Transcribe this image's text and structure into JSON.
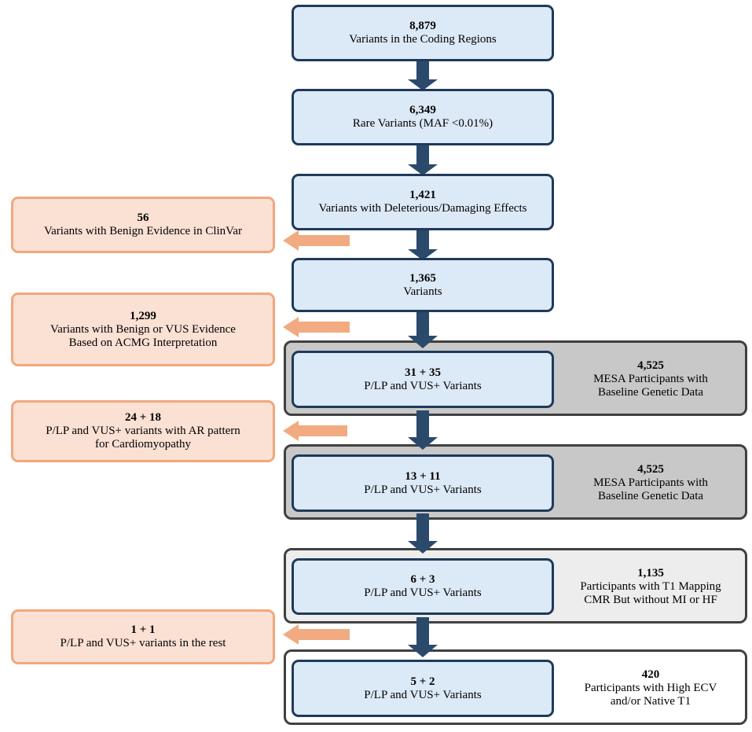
{
  "steps": [
    {
      "count": "8,879",
      "label": "Variants in the Coding Regions"
    },
    {
      "count": "6,349",
      "label": "Rare Variants (MAF <0.01%)"
    },
    {
      "count": "1,421",
      "label": "Variants with Deleterious/Damaging Effects"
    },
    {
      "count": "1,365",
      "label": "Variants"
    },
    {
      "count": "31 + 35",
      "label": "P/LP and VUS+ Variants"
    },
    {
      "count": "13 + 11",
      "label": "P/LP and VUS+ Variants"
    },
    {
      "count": "6 + 3",
      "label": "P/LP and VUS+ Variants"
    },
    {
      "count": "5 + 2",
      "label": "P/LP and VUS+ Variants"
    }
  ],
  "exclusions": [
    {
      "count": "56",
      "lines": [
        "Variants with Benign Evidence in ClinVar"
      ]
    },
    {
      "count": "1,299",
      "lines": [
        "Variants with Benign or VUS Evidence",
        "Based on ACMG Interpretation"
      ]
    },
    {
      "count": "24 + 18",
      "lines": [
        "P/LP and VUS+ variants with AR pattern",
        "for Cardiomyopathy"
      ]
    },
    {
      "count": "1 + 1",
      "lines": [
        "P/LP and VUS+ variants in the rest"
      ]
    }
  ],
  "cohorts": [
    {
      "count": "4,525",
      "lines": [
        "MESA Participants with",
        "Baseline Genetic Data"
      ]
    },
    {
      "count": "4,525",
      "lines": [
        "MESA Participants with",
        "Baseline Genetic Data"
      ]
    },
    {
      "count": "1,135",
      "lines": [
        "Participants with T1 Mapping",
        "CMR But without MI or HF"
      ]
    },
    {
      "count": "420",
      "lines": [
        "Participants with High ECV",
        "and/or Native T1"
      ]
    }
  ],
  "colors": {
    "step_fill": "#dce9f7",
    "step_border": "#1f3a5a",
    "arrow_down": "#2b4a6b",
    "exclusion_fill": "#fbe0d4",
    "exclusion_border": "#f0a87e",
    "arrow_left": "#f2aa80"
  }
}
